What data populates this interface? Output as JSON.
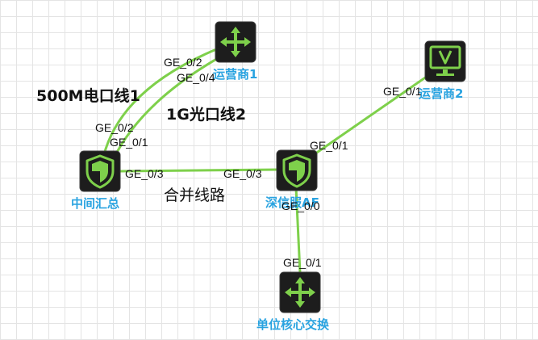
{
  "colors": {
    "link": "#7ed04b",
    "node_label": "#29a3e0",
    "icon_fill": "#1d1d1d",
    "icon_glyph": "#7ed04b"
  },
  "nodes": {
    "isp1": {
      "label": "运营商1",
      "icon": "router-icon"
    },
    "isp2": {
      "label": "运营商2",
      "icon": "monitor-icon"
    },
    "agg": {
      "label": "中间汇总",
      "icon": "firewall-shield-icon"
    },
    "af": {
      "label": "深信服AF",
      "icon": "firewall-shield-icon"
    },
    "core": {
      "label": "单位核心交换",
      "icon": "router-icon"
    }
  },
  "links": [
    {
      "name": "link-agg-isp1-copper",
      "label": "500M电口线1",
      "from_port": "GE_0/2",
      "to_port": "GE_0/2"
    },
    {
      "name": "link-agg-isp1-fiber",
      "label": "1G光口线2",
      "from_port": "GE_0/1",
      "to_port": "GE_0/4"
    },
    {
      "name": "link-agg-af",
      "label": "合并线路",
      "from_port": "GE_0/3",
      "to_port": "GE_0/3"
    },
    {
      "name": "link-af-isp2",
      "label": "",
      "from_port": "GE_0/1",
      "to_port": "GE_0/1"
    },
    {
      "name": "link-af-core",
      "label": "",
      "from_port": "GE_0/0",
      "to_port": "GE_0/1"
    }
  ]
}
